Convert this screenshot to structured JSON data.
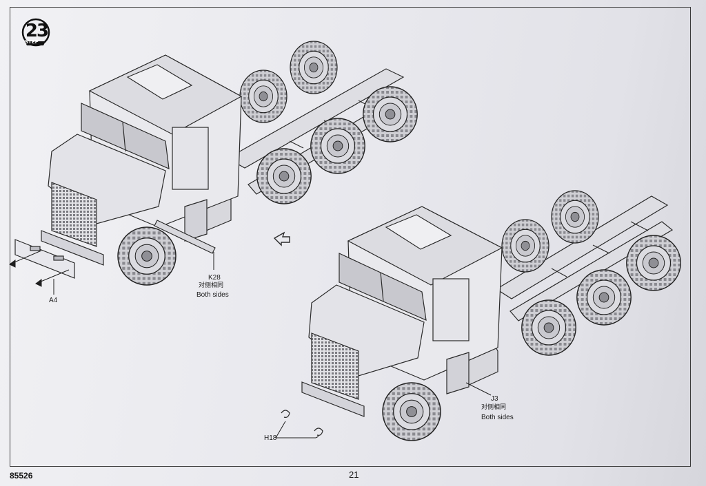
{
  "step": {
    "number": "23",
    "word": "STEP"
  },
  "callouts": {
    "k28": {
      "part": "K28",
      "note_cn": "对侧相同",
      "note_en": "Both sides"
    },
    "a4": {
      "part": "A4"
    },
    "j3": {
      "part": "J3",
      "note_cn": "对侧相同",
      "note_en": "Both sides"
    },
    "h18": {
      "part": "H18"
    }
  },
  "footer": {
    "catalog_number": "85526",
    "page_number": "21"
  }
}
